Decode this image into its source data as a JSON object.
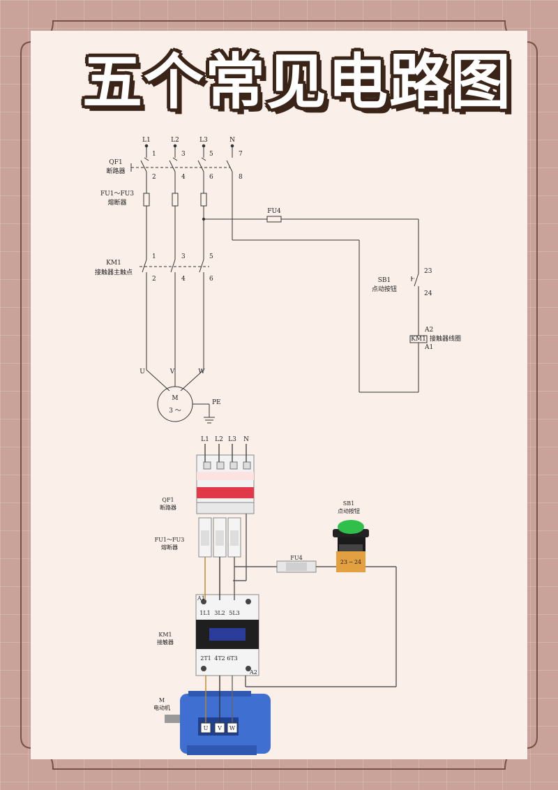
{
  "title": "五个常见电路图",
  "schematic": {
    "phases": [
      "L1",
      "L2",
      "L3",
      "N"
    ],
    "terminals_top": [
      "1",
      "3",
      "5",
      "7"
    ],
    "terminals_qf_out": [
      "2",
      "4",
      "6",
      "8"
    ],
    "qf1_code": "QF1",
    "qf1_name": "断路器",
    "fuses_code": "FU1～FU3",
    "fuses_name": "熔断器",
    "fu4_code": "FU4",
    "km1_code": "KM1",
    "km1_name": "接触器主触点",
    "km_in": [
      "1",
      "3",
      "5"
    ],
    "km_out": [
      "2",
      "4",
      "6"
    ],
    "sb1_code": "SB1",
    "sb1_name": "点动按钮",
    "sb1_terminal_top": "23",
    "sb1_terminal_bottom": "24",
    "coil_a2": "A2",
    "coil_code": "KM1",
    "coil_name": "接触器线圈",
    "coil_a1": "A1",
    "motor_terminals": [
      "U",
      "V",
      "W"
    ],
    "motor_symbol": "M",
    "motor_phase": "3 ～",
    "pe_label": "PE"
  },
  "wiring": {
    "phases": [
      "L1",
      "L2",
      "L3",
      "N"
    ],
    "qf1_code": "QF1",
    "qf1_name": "断路器",
    "fuses_code": "FU1～FU3",
    "fuses_name": "熔断器",
    "sb1_code": "SB1",
    "sb1_name": "点动按钮",
    "sb1_terminals": "23 ─ 24",
    "fu4_code": "FU4",
    "km1_code": "KM1",
    "km1_name": "接触器",
    "km_top_terminals": [
      "1L1",
      "3L2",
      "5L3"
    ],
    "km_bottom_terminals": [
      "2T1",
      "4T2",
      "6T3"
    ],
    "km_a1": "A1",
    "km_a2": "A2",
    "motor_code": "M",
    "motor_name": "电动机",
    "motor_terminals": [
      "U",
      "V",
      "W"
    ]
  },
  "colors": {
    "background": "#c9a39a",
    "panel": "#fbefe9",
    "frame": "#7a4f45",
    "title_fill": "#ffffff",
    "title_outline": "#3a2418",
    "wire": "#333333",
    "breaker_red": "#e0394a",
    "motor_blue": "#3f6fd1",
    "button_green": "#2fbf4a"
  }
}
